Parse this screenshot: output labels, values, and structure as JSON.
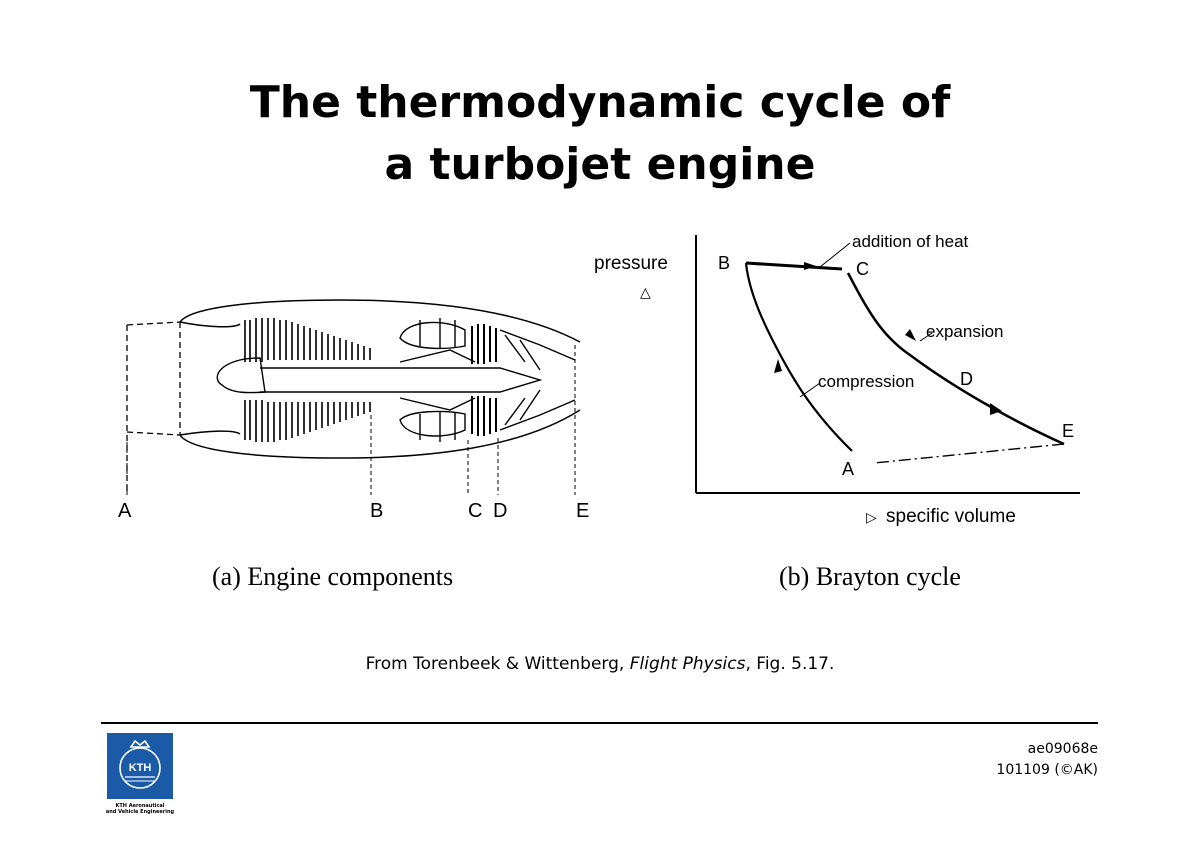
{
  "title": {
    "line1": "The thermodynamic cycle of",
    "line2": "a turbojet engine"
  },
  "engine_figure": {
    "station_labels": [
      "A",
      "B",
      "C",
      "D",
      "E"
    ],
    "caption": "(a) Engine components"
  },
  "brayton_figure": {
    "y_axis_label": "pressure",
    "x_axis_label": "specific volume",
    "points": [
      "A",
      "B",
      "C",
      "D",
      "E"
    ],
    "annotations": {
      "heat": "addition of heat",
      "expansion": "expansion",
      "compression": "compression"
    },
    "caption": "(b) Brayton cycle"
  },
  "credit": {
    "prefix": "From Torenbeek & Wittenberg, ",
    "book": "Flight Physics",
    "suffix": ", Fig. 5.17."
  },
  "footer": {
    "code": "ae09068e",
    "date": "101109 (©AK)",
    "logo_text": "KTH",
    "logo_subtitle_1": "KTH Aeronautical",
    "logo_subtitle_2": "and Vehicle Engineering"
  },
  "colors": {
    "logo_blue": "#1a5aa6",
    "ink": "#000000"
  }
}
